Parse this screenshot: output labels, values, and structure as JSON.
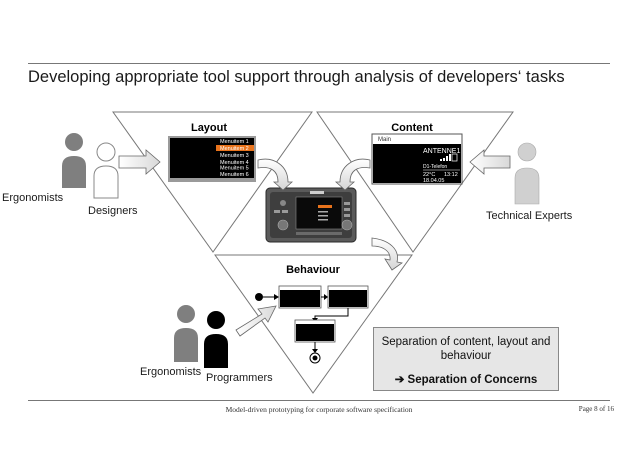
{
  "title": "Developing appropriate tool support through analysis of developers‘ tasks",
  "sections": {
    "layout": "Layout",
    "content": "Content",
    "behaviour": "Behaviour"
  },
  "layout_menu": [
    "Menuitem 1",
    "Menuitem 2",
    "Menuitem 3",
    "Menuitem 4",
    "Menuitem 5",
    "Menuitem 6"
  ],
  "content_screen": {
    "header": "Main",
    "station": "ANTENNE1",
    "line2": "D1-Telefon",
    "temp": "22°C",
    "time": "13:12",
    "date": "18.04.05"
  },
  "people": {
    "ergonomists_left": "Ergonomists",
    "designers": "Designers",
    "technical_experts": "Technical Experts",
    "ergonomists_bottom": "Ergonomists",
    "programmers": "Programmers"
  },
  "summary_box": {
    "line1": "Separation of content, layout and behaviour",
    "line2": "➔ Separation of Concerns"
  },
  "footer": {
    "text": "Model-driven prototyping for corporate software specification",
    "page": "Page 8 of 16"
  },
  "colors": {
    "accent": "#e8731c",
    "person_dark": "#000000",
    "person_grey": "#7f7f7f",
    "person_light": "#d0d0d0"
  }
}
